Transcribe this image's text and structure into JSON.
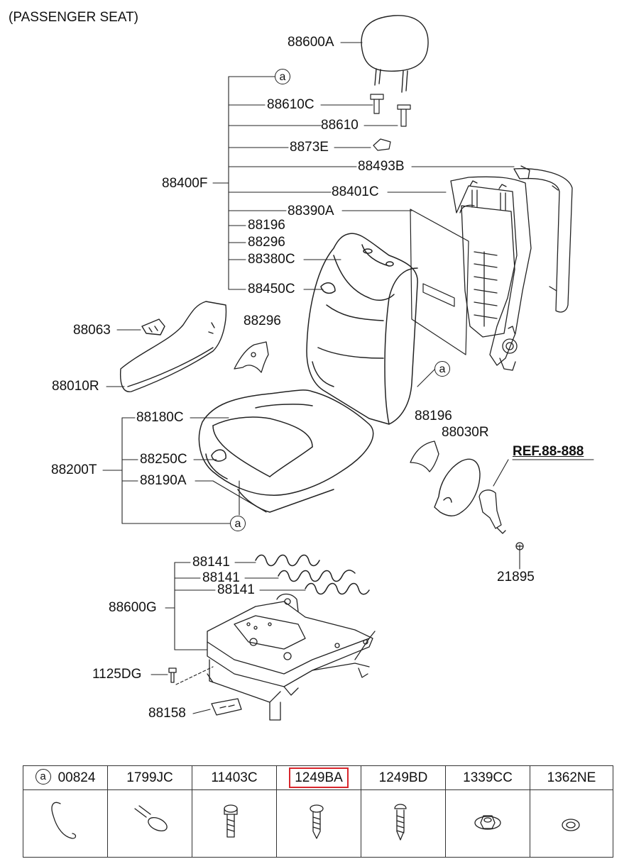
{
  "title": "(PASSENGER SEAT)",
  "ref": "REF.88-888",
  "circle_marker": "a",
  "labels": {
    "l88600A": "88600A",
    "l88610C": "88610C",
    "l88610": "88610",
    "l8873E": "8873E",
    "l88493B": "88493B",
    "l88400F": "88400F",
    "l88401C": "88401C",
    "l88390A": "88390A",
    "l88196a": "88196",
    "l88296a": "88296",
    "l88380C": "88380C",
    "l88450C": "88450C",
    "l88063": "88063",
    "l88296b": "88296",
    "l88010R": "88010R",
    "l88180C": "88180C",
    "l88196b": "88196",
    "l88030R": "88030R",
    "l88250C": "88250C",
    "l88200T": "88200T",
    "l88190A": "88190A",
    "l21895": "21895",
    "l88141a": "88141",
    "l88141b": "88141",
    "l88141c": "88141",
    "l88600G": "88600G",
    "l1125DG": "1125DG",
    "l88158": "88158"
  },
  "parts_table": [
    {
      "code": "00824",
      "icon": "hook-clip-icon"
    },
    {
      "code": "1799JC",
      "icon": "band-clip-icon"
    },
    {
      "code": "11403C",
      "icon": "bolt-icon"
    },
    {
      "code": "1249BA",
      "icon": "screw-icon",
      "highlighted": true
    },
    {
      "code": "1249BD",
      "icon": "screw-icon"
    },
    {
      "code": "1339CC",
      "icon": "nut-icon"
    },
    {
      "code": "1362NE",
      "icon": "washer-icon"
    }
  ],
  "highlight_color": "#d8262c"
}
